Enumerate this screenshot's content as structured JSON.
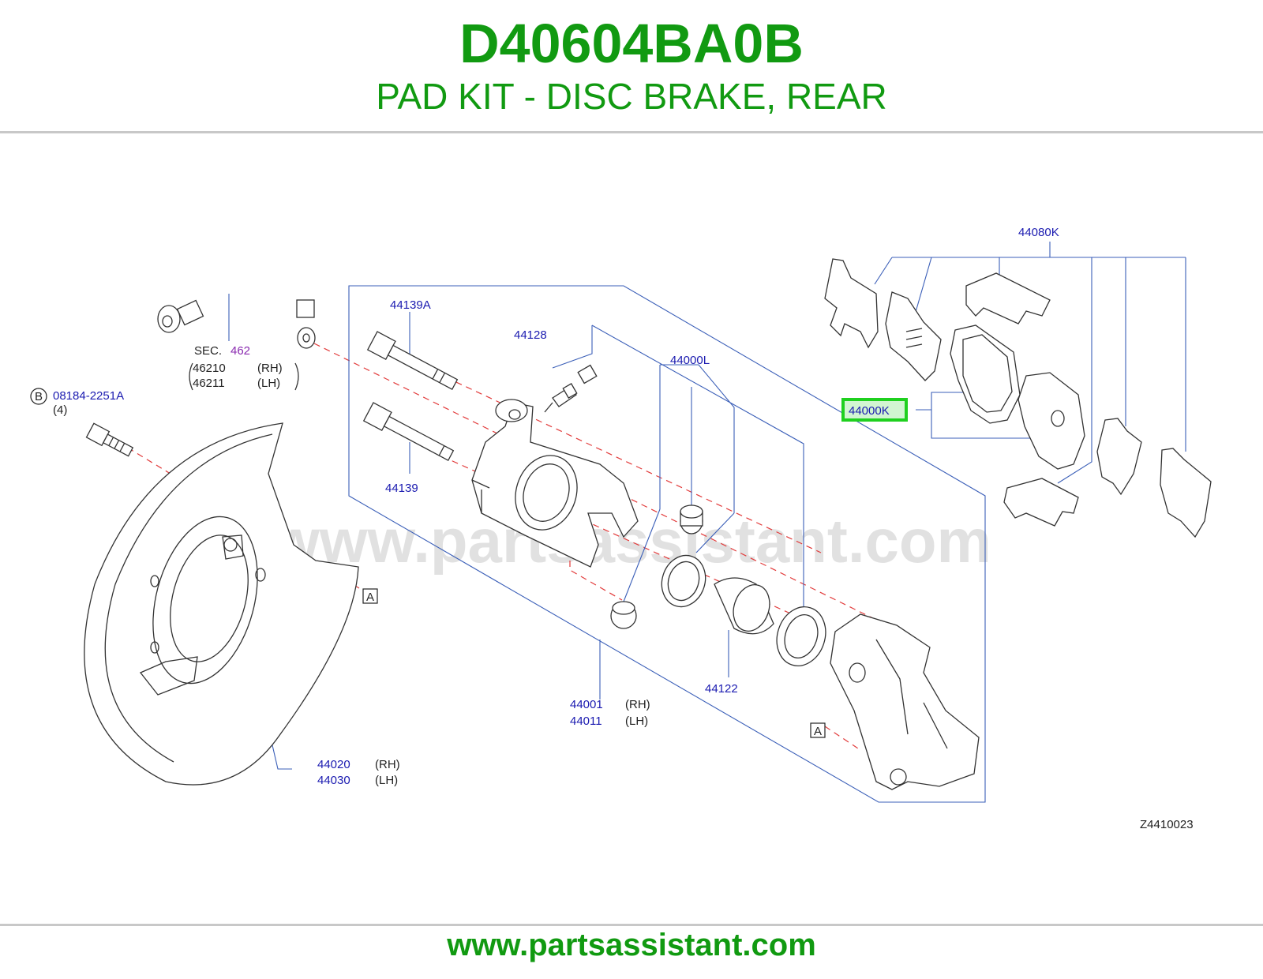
{
  "header": {
    "part_number": "D40604BA0B",
    "part_name": "PAD KIT - DISC BRAKE, REAR"
  },
  "watermark": "www.partsassistant.com",
  "diagram": {
    "labels": {
      "l_44080K": "44080K",
      "l_44139A": "44139A",
      "l_44128": "44128",
      "l_44000L": "44000L",
      "l_44000K": "44000K",
      "l_sec": "SEC.",
      "l_462": "462",
      "l_46210": "46210",
      "l_46211": "46211",
      "l_rh1": "(RH)",
      "l_lh1": "(LH)",
      "l_b": "B",
      "l_08184": "08184-2251A",
      "l_qty4": "(4)",
      "l_44139": "44139",
      "l_A1": "A",
      "l_A2": "A",
      "l_44122": "44122",
      "l_44001": "44001",
      "l_44011": "44011",
      "l_rh2": "(RH)",
      "l_lh2": "(LH)",
      "l_44020": "44020",
      "l_44030": "44030",
      "l_rh3": "(RH)",
      "l_lh3": "(LH)",
      "l_ref": "Z4410023"
    },
    "highlight_color": "#1fd01f"
  },
  "footer": {
    "url": "www.partsassistant.com"
  },
  "colors": {
    "brand_green": "#119a11",
    "callout_blue": "#1a1ab0",
    "guide_red": "#e23b3b"
  }
}
